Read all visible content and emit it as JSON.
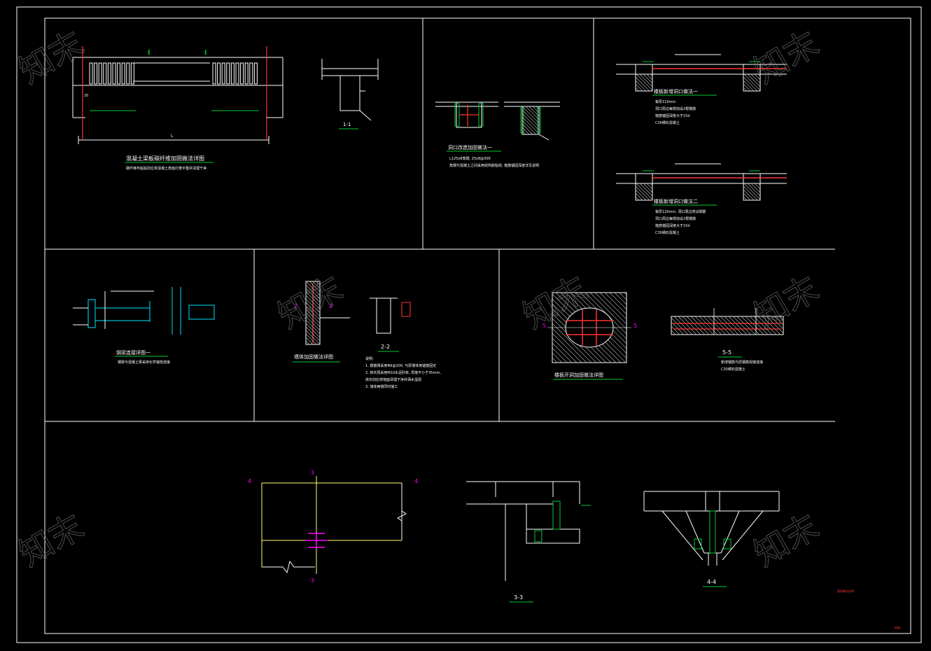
{
  "drawing": {
    "colors": {
      "background": "#000000",
      "frame": "#ffffff",
      "line": "#ffffff",
      "dimension": "#00cc33",
      "rebar": "#ff3333",
      "section_mark": "#ff00ff",
      "steel": "#00e5ff",
      "axis": "#ffff66",
      "hatch": "#bbbbbb",
      "watermark": "#7a7a7a"
    },
    "watermark": "知末",
    "panels": [
      {
        "id": "beam-reinforcement",
        "title": "混凝土梁板碳纤维加固做法详图",
        "note": "碳纤维布粘贴前应将混凝土表面打磨平整并清理干净",
        "labels": [
          "1",
          "1",
          "L",
          "20"
        ],
        "section_label": "1-1"
      },
      {
        "id": "column-opening",
        "title": "洞口改造加固做法一",
        "note1": "L125x8角钢, 25x8@300",
        "note2": "角钢与混凝土之间采用结构胶粘结, 植筋锚固深度详见说明"
      },
      {
        "id": "slab-openings",
        "title1": "楼板新增洞口做法一",
        "notes1": [
          "板厚110mm",
          "洞口周边每侧加设2根钢筋",
          "植筋锚固深度大于15d",
          "C30细石混凝土"
        ],
        "title2": "楼板新增洞口做法二",
        "notes2": [
          "板厚120mm, 洞口周边增设钢筋",
          "洞口周边每侧加设2根钢筋",
          "植筋锚固深度大于15d",
          "C30细石混凝土"
        ]
      },
      {
        "id": "steel-connection",
        "title": "钢梁连接详图一",
        "note": "钢梁与混凝土梁采用化学锚栓连接"
      },
      {
        "id": "wall-reinforcement",
        "title": "墙体加固做法详图",
        "marks": [
          "2",
          "2"
        ],
        "section_label": "2-2",
        "notes_heading": "说明:",
        "notes": [
          "1. 钢筋网采用Φ6@200, 与原墙体用锚筋固定",
          "2. 抹灰层采用M10水泥砂浆, 厚度不小于35mm,",
          "   抹灰前应将墙面清理干净并洒水湿润",
          "3. 墙体两侧同时施工"
        ]
      },
      {
        "id": "slab-hole",
        "title": "楼板开洞加固做法详图",
        "marks": [
          "5",
          "5"
        ],
        "section_label": "5-5",
        "notes": [
          "新增钢筋与原钢筋焊接连接",
          "C30细石混凝土"
        ]
      },
      {
        "id": "steel-details",
        "axis_marks": [
          "4",
          "4"
        ],
        "section_marks": [
          "3",
          "3"
        ],
        "section_labels": [
          "3-3",
          "4-4"
        ],
        "footer_note": "图纸编号说明",
        "sheet_no": "结施"
      }
    ]
  }
}
